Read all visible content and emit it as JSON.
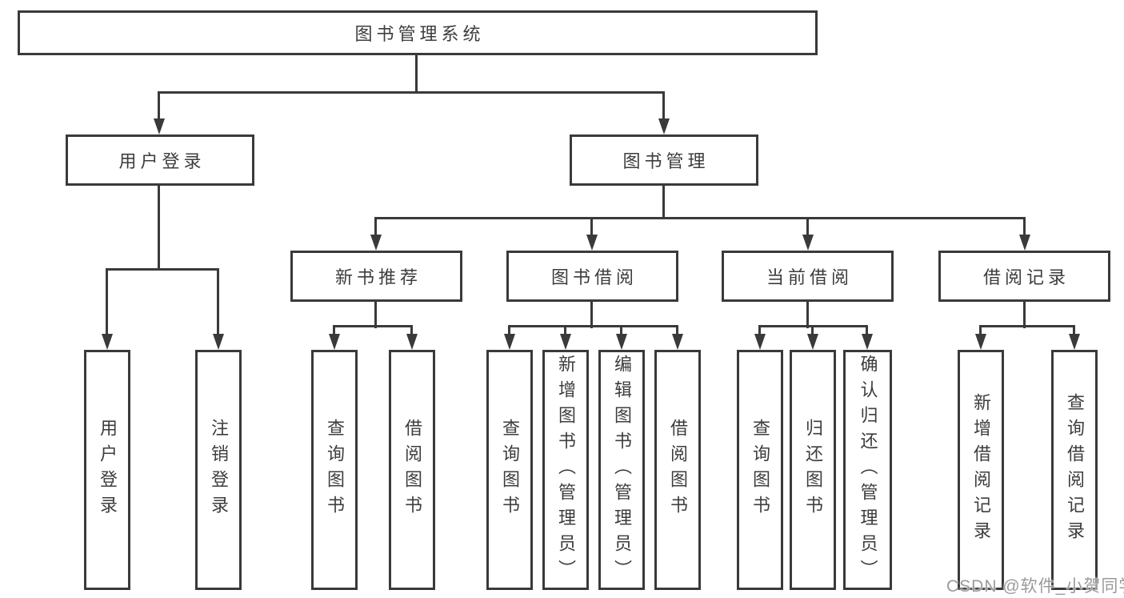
{
  "diagram_type": "hierarchy-tree",
  "colors": {
    "background": "#ffffff",
    "line": "#3a3a3a",
    "box_border": "#3a3a3a",
    "text": "#3d3d3d",
    "watermark": "#9b9b9b"
  },
  "hierarchy": {
    "label": "图书管理系统",
    "children": [
      {
        "label": "用户登录",
        "children": [
          {
            "label": "用户登录"
          },
          {
            "label": "注销登录"
          }
        ]
      },
      {
        "label": "图书管理",
        "children": [
          {
            "label": "新书推荐",
            "children": [
              {
                "label": "查询图书"
              },
              {
                "label": "借阅图书"
              }
            ]
          },
          {
            "label": "图书借阅",
            "children": [
              {
                "label": "查询图书"
              },
              {
                "label": "新增图书（管理员）"
              },
              {
                "label": "编辑图书（管理员）"
              },
              {
                "label": "借阅图书"
              }
            ]
          },
          {
            "label": "当前借阅",
            "children": [
              {
                "label": "查询图书"
              },
              {
                "label": "归还图书"
              },
              {
                "label": "确认归还（管理员）"
              }
            ]
          },
          {
            "label": "借阅记录",
            "children": [
              {
                "label": "新增借阅记录"
              },
              {
                "label": "查询借阅记录"
              }
            ]
          }
        ]
      }
    ]
  },
  "watermark": {
    "text": "CSDN @软件_小贺同学"
  }
}
